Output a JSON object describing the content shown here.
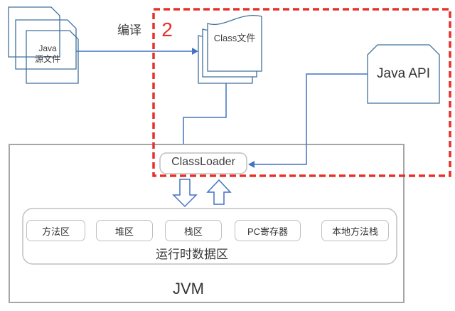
{
  "diagram": {
    "labels": {
      "compile": "编译",
      "step_number": "2",
      "java_source_line1": "Java",
      "java_source_line2": "源文件",
      "class_file": "Class文件",
      "java_api": "Java API",
      "class_loader": "ClassLoader",
      "runtime_area": "运行时数据区",
      "jvm": "JVM"
    },
    "runtime_boxes": [
      {
        "label": "方法区"
      },
      {
        "label": "堆区"
      },
      {
        "label": "栈区"
      },
      {
        "label": "PC寄存器"
      },
      {
        "label": "本地方法栈"
      }
    ],
    "colors": {
      "arrow_blue": "#4472c4",
      "shape_outline_blue": "#41719c",
      "highlight_red": "#e8302a",
      "jvm_border_gray": "#a6a6a6",
      "box_border_gray": "#c0c0c0",
      "text_dark": "#3b3b3b"
    }
  }
}
